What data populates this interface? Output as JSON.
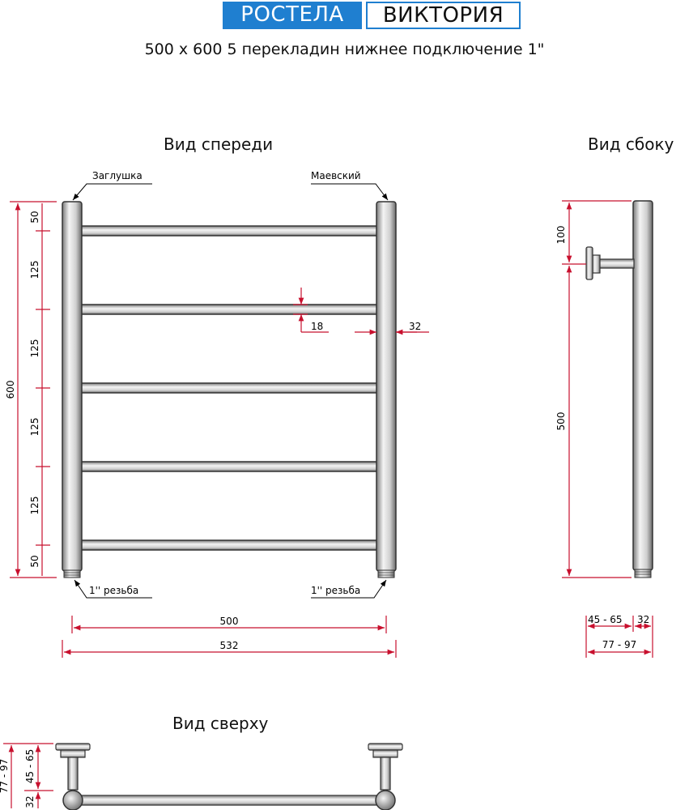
{
  "header": {
    "brand": "РОСТЕЛА",
    "model": "ВИКТОРИЯ",
    "subtitle": "500 х 600 5 перекладин нижнее подключение 1\""
  },
  "views": {
    "front": "Вид спереди",
    "side": "Вид сбоку",
    "top": "Вид сверху"
  },
  "labels": {
    "plug": "Заглушка",
    "mayevsky": "Маевский",
    "thread_left": "1'' резьба",
    "thread_right": "1'' резьба"
  },
  "dimensions": {
    "front_height": "600",
    "spacing_top": "50",
    "spacing_1": "125",
    "spacing_2": "125",
    "spacing_3": "125",
    "spacing_4": "125",
    "spacing_bottom": "50",
    "bar_diameter": "18",
    "pipe_diameter": "32",
    "center_width": "500",
    "total_width": "532",
    "side_top": "100",
    "side_main": "500",
    "side_offset": "45 - 65",
    "side_pipe": "32",
    "side_total": "77 - 97",
    "top_total": "77 - 97",
    "top_pipe": "32",
    "top_offset": "45 - 65"
  },
  "colors": {
    "accent": "#1f7fd0",
    "dimension": "#c8102e",
    "metal_dark": "#3a3a3a",
    "metal_light": "#e8e8e8"
  }
}
